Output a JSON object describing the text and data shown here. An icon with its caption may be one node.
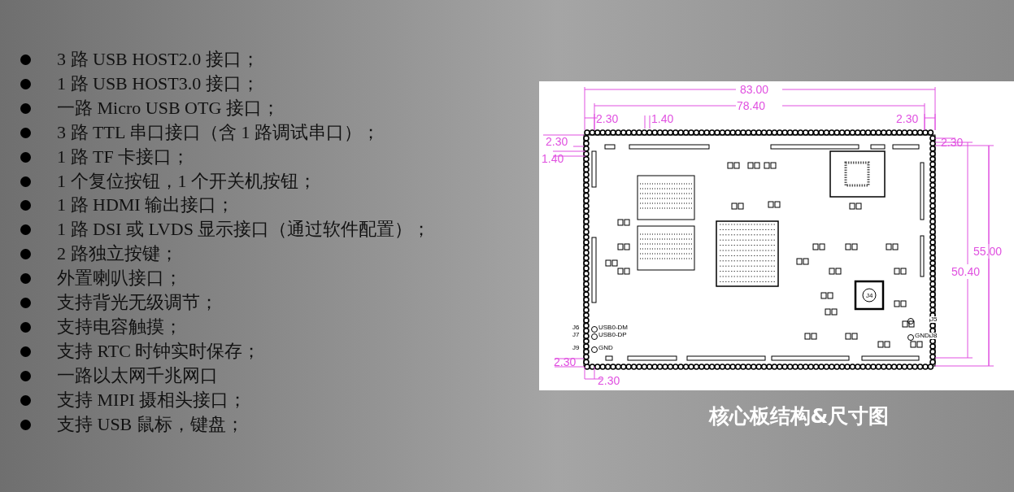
{
  "diagram": {
    "caption": "核心板结构&尺寸图",
    "labels": [
      "3 路  USB HOST2.0 接口；",
      "1 路  USB HOST3.0 接口；",
      "一路  Micro USB OTG 接口；",
      "3 路  TTL 串口接口（含 1 路调试串口）；",
      "1 路  TF 卡接口；",
      "1 个复位按钮，1 个开关机按钮；",
      "1 路  HDMI 输出接口；",
      "1 路  DSI 或  LVDS 显示接口（通过软件配置）；",
      "2 路独立按键；",
      "外置喇叭接口；",
      "支持背光无级调节；",
      "支持电容触摸；",
      "支持  RTC 时钟实时保存；",
      "一路以太网千兆网口",
      "支持  MIPI 摄相头接口；",
      "支持  USB 鼠标，键盘；",
      "83.00",
      "78.40",
      "2.30",
      "1.40",
      "2.30",
      "2.30",
      "1.40",
      "2.30",
      "55.00",
      "50.40",
      "2.30",
      "2.30",
      "J6",
      "J7",
      "J9",
      "USB0-DM",
      "USB0-DP",
      "GND",
      "J5",
      "J8",
      "GND",
      "J4"
    ]
  }
}
